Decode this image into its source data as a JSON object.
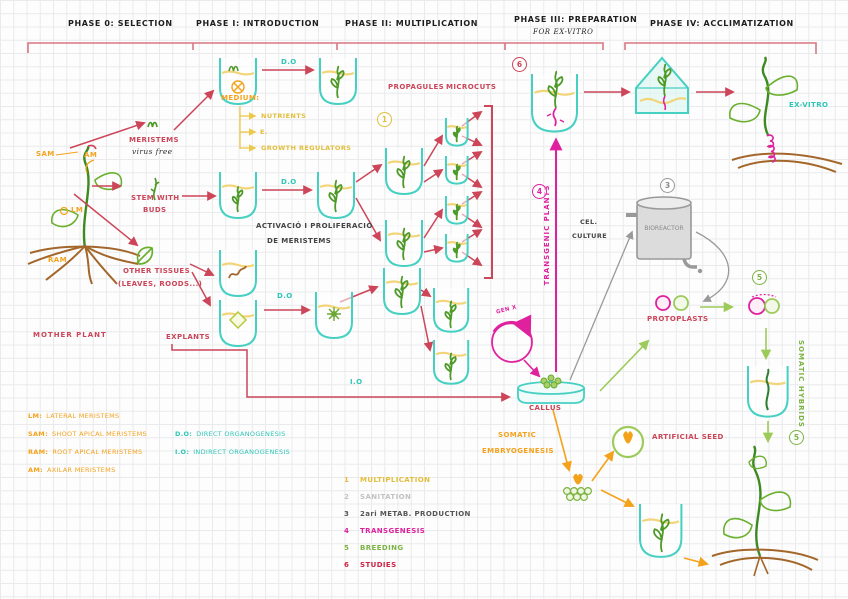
{
  "colors": {
    "red": "#cc4558",
    "orange": "#f5a21b",
    "yellow": "#e3bd3a",
    "cyan": "#45d0c2",
    "cyan_text": "#2fc6b8",
    "green": "#4e9a28",
    "light_green": "#9ccb5a",
    "magenta": "#e0219e",
    "gray": "#9a9a9a",
    "brown": "#a3672b",
    "ink": "#333333"
  },
  "phases": {
    "p0": "PHASE 0: SELECTION",
    "p1": "PHASE I: INTRODUCTION",
    "p2": "PHASE II: MULTIPLICATION",
    "p3a": "PHASE III: PREPARATION",
    "p3b": "FOR EX-VITRO",
    "p4": "PHASE IV: ACCLIMATIZATION"
  },
  "source": {
    "sam": "SAM",
    "am": "AM",
    "lm": "LM",
    "ram": "RAM",
    "mother_plant": "MOTHER PLANT",
    "explants": "EXPLANTS",
    "meristems": "MERISTEMS",
    "virus_free": "virus free",
    "stem_with": "STEM WITH",
    "buds": "BUDS",
    "other_tissues": "OTHER TISSUES",
    "leaves_roots": "(LEAVES, ROODS...)"
  },
  "medium": {
    "title": "MEDIUM:",
    "item1": "NUTRIENTS",
    "item2": "E.",
    "item3": "GROWTH REGULATORS"
  },
  "process": {
    "do": "D.O",
    "io": "I.O",
    "activation1": "ACTIVACIÓ I PROLIFERACIÓ",
    "activation2": "DE MERISTEMS",
    "propagules": "PROPAGULES",
    "microcuts": "MICROCUTS",
    "transgenic_plants": "TRANSGENIC PLANTS",
    "cell1": "CEL.",
    "cell2": "CULTURE",
    "bioreactor": "BIOREACTOR",
    "protoplasts": "PROTOPLASTS",
    "somatic_hybrids": "SOMATIC HYBRIDS",
    "callus": "CALLUS",
    "gen_x": "GEN X",
    "som_emb1": "SOMATIC",
    "som_emb2": "EMBRYOGENESIS",
    "artificial_seed": "ARTIFICIAL SEED",
    "ex_vitro": "EX-VITRO"
  },
  "legend_left": [
    {
      "abbr": "LM:",
      "text": "LATERAL MERISTEMS"
    },
    {
      "abbr": "SAM:",
      "text": "SHOOT APICAL MERISTEMS"
    },
    {
      "abbr": "RAM:",
      "text": "ROOT APICAL MERISTEMS"
    },
    {
      "abbr": "AM:",
      "text": "AXILAR MERISTEMS"
    }
  ],
  "legend_right": [
    {
      "abbr": "D.O:",
      "text": "DIRECT ORGANOGENESIS"
    },
    {
      "abbr": "I.O:",
      "text": "INDIRECT ORGANOGENESIS"
    }
  ],
  "applications": [
    {
      "num": "1",
      "text": "MULTIPLICATION"
    },
    {
      "num": "2",
      "text": "SANITATION"
    },
    {
      "num": "3",
      "text": "2ari METAB. PRODUCTION"
    },
    {
      "num": "4",
      "text": "TRANSGENESIS"
    },
    {
      "num": "5",
      "text": "BREEDING"
    },
    {
      "num": "6",
      "text": "STUDIES"
    }
  ],
  "markers": {
    "n1": "1",
    "n3": "3",
    "n4": "4",
    "n5": "5",
    "n6": "6"
  }
}
